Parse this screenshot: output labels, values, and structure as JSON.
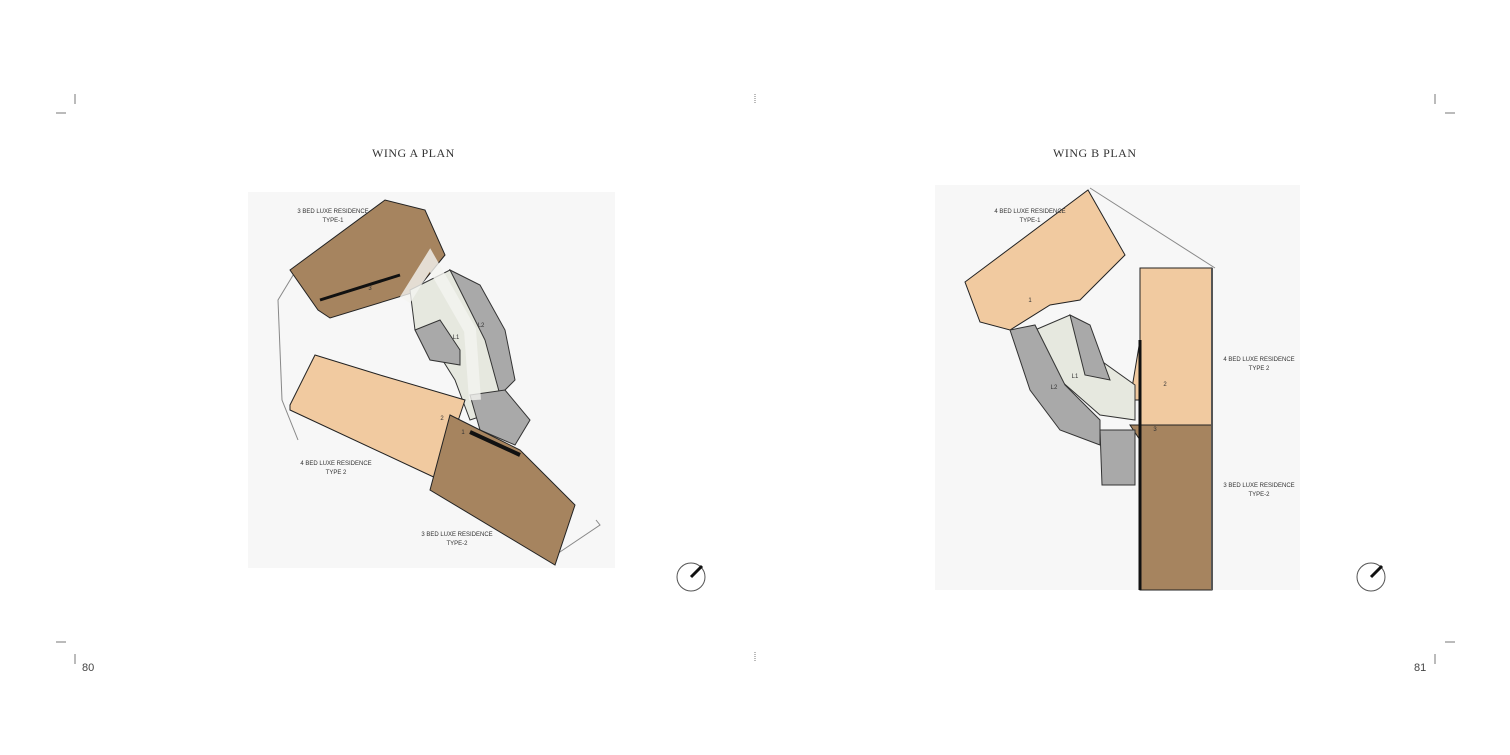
{
  "left_page": {
    "title": "WING A PLAN",
    "page_number": "80",
    "units": [
      {
        "name": "3 BED LUXE RESIDENCE",
        "type": "TYPE-1"
      },
      {
        "name": "4 BED LUXE RESIDENCE",
        "type": "TYPE 2"
      },
      {
        "name": "3 BED LUXE RESIDENCE",
        "type": "TYPE-2"
      }
    ],
    "marks": {
      "unit1": "1",
      "unit2": "2",
      "unit3": "3",
      "lift1": "L1",
      "lift2": "L2"
    }
  },
  "right_page": {
    "title": "WING B PLAN",
    "page_number": "81",
    "units": [
      {
        "name": "4 BED LUXE RESIDENCE",
        "type": "TYPE-1"
      },
      {
        "name": "4 BED LUXE RESIDENCE",
        "type": "TYPE 2"
      },
      {
        "name": "3 BED LUXE RESIDENCE",
        "type": "TYPE-2"
      }
    ],
    "marks": {
      "unit1": "1",
      "unit2": "2",
      "unit3": "3",
      "lift1": "L1",
      "lift2": "L2"
    }
  },
  "colors": {
    "dark_unit": "#a6845f",
    "light_unit": "#f1caa0",
    "core": "#a9a9a9",
    "corridor": "#e6e8df",
    "plan_bg": "#f7f7f7"
  },
  "icons": {
    "compass": "north-arrow-icon"
  }
}
